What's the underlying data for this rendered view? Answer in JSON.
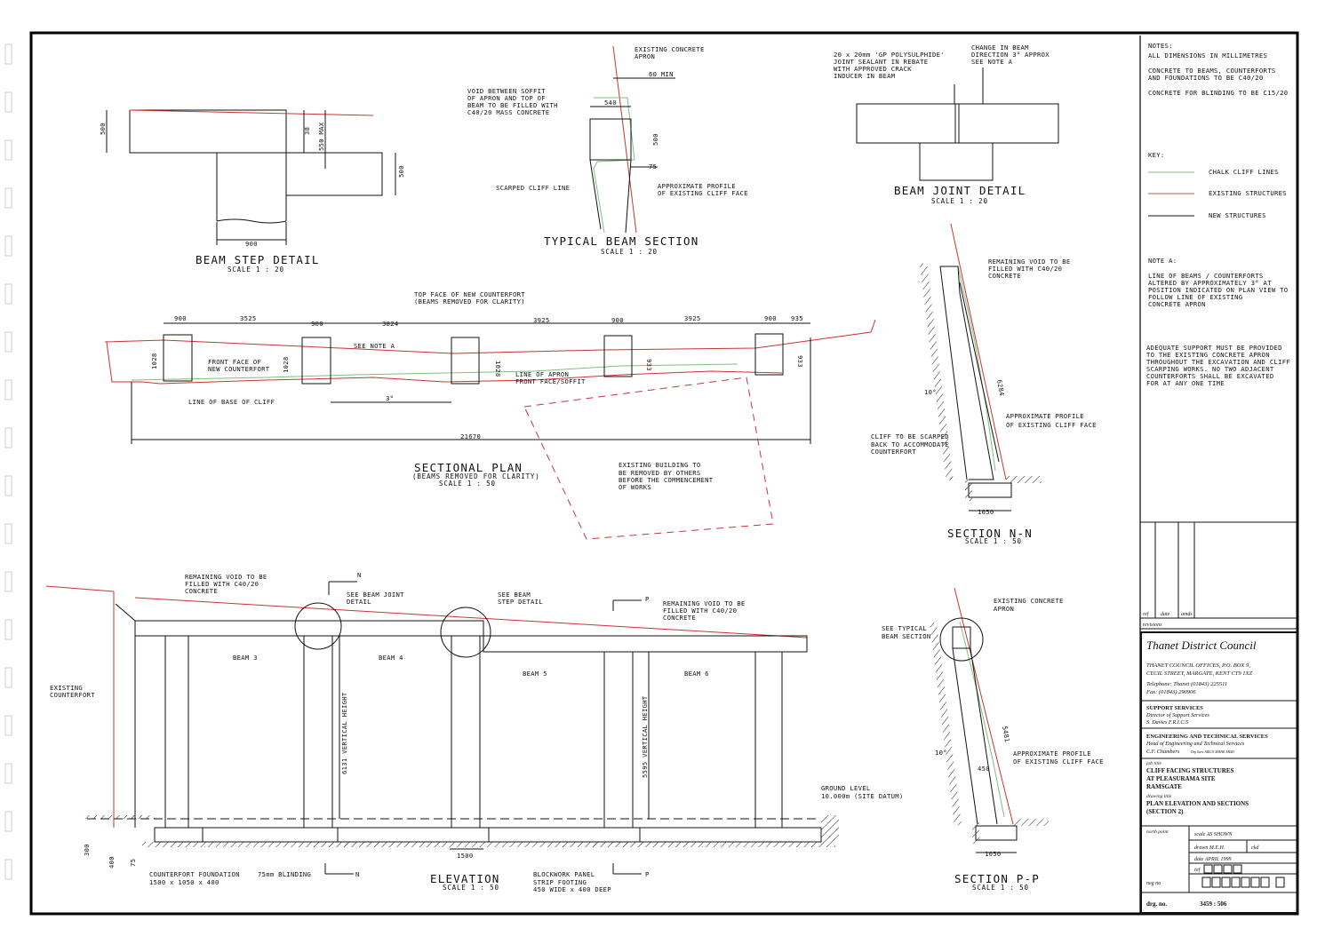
{
  "notes": {
    "header": "NOTES:",
    "lines": [
      "ALL DIMENSIONS IN MILLIMETRES",
      "CONCRETE TO BEAMS, COUNTERFORTS",
      "AND FOUNDATIONS TO BE C40/20",
      "CONCRETE FOR BLINDING TO BE C15/20"
    ],
    "key_header": "KEY:",
    "key": [
      {
        "label": "CHALK CLIFF LINES",
        "color": "#7fbf7f"
      },
      {
        "label": "EXISTING STRUCTURES",
        "color": "#d0504a"
      },
      {
        "label": "NEW STRUCTURES",
        "color": "#111111"
      }
    ],
    "note_a_header": "NOTE A:",
    "note_a": [
      "LINE OF BEAMS / COUNTERFORTS",
      "ALTERED BY APPROXIMATELY 3° AT",
      "POSITION INDICATED ON PLAN VIEW TO",
      "FOLLOW LINE OF EXISTING",
      "CONCRETE APRON"
    ],
    "support": [
      "ADEQUATE SUPPORT MUST BE PROVIDED",
      "TO THE EXISTING CONCRETE APRON",
      "THROUGHOUT THE EXCAVATION AND CLIFF",
      "SCARPING WORKS. NO TWO ADJACENT",
      "COUNTERFORTS SHALL BE EXCAVATED",
      "FOR AT ANY ONE TIME"
    ]
  },
  "revisions": {
    "ref": "ref",
    "date": "date",
    "amds": "amds",
    "label": "revisions"
  },
  "title_block": {
    "council": "Thanet District Council",
    "address1": "THANET COUNCIL OFFICES, P.O. BOX 9,",
    "address2": "CECIL STREET, MARGATE, KENT CT9 1XZ",
    "phone": "Telephone: Thanet (01843) 225511",
    "fax": "Fax: (01843) 290906",
    "support_head": "SUPPORT SERVICES",
    "support_l1": "Director of Support Services",
    "support_l2": "S. Davies F.R.I.C.S",
    "eng_head": "ENGINEERING AND TECHNICAL SERVICES",
    "eng_l1": "Head of Engineering and Technical Services",
    "eng_l2": "C.F. Chambers",
    "eng_l2b": "Dip Surv ARICS MIHIE MIMI",
    "job_label": "job title",
    "job1": "CLIFF FACING STRUCTURES",
    "job2": "AT PLEASURAMA SITE",
    "job3": "RAMSGATE",
    "drawing_label": "drawing title",
    "drawing1": "PLAN ELEVATION AND SECTIONS",
    "drawing2": "(SECTION 2)",
    "north": "north point",
    "scale": "scale AS SHOWN",
    "drawn": "drawn M.E.H.",
    "ckd": "ckd",
    "date": "date APRIL 1999",
    "ref": "ref",
    "neg": "neg no",
    "drg_label": "drg. no.",
    "drg_no": "3459 : 506"
  },
  "views": {
    "beam_step": {
      "title": "BEAM STEP DETAIL",
      "scale": "SCALE 1 : 20",
      "dims": [
        "500",
        "38",
        "550 MAX",
        "500",
        "900"
      ]
    },
    "typical_beam": {
      "title": "TYPICAL BEAM SECTION",
      "scale": "SCALE 1 : 20",
      "labels": [
        "EXISTING CONCRETE",
        "APRON",
        "60 MIN",
        "VOID BETWEEN SOFFIT",
        "OF APRON AND TOP OF",
        "BEAM TO BE FILLED WITH",
        "C40/20 MASS CONCRETE",
        "540",
        "500",
        "75",
        "SCARPED CLIFF LINE",
        "APPROXIMATE PROFILE",
        "OF EXISTING CLIFF FACE"
      ]
    },
    "beam_joint": {
      "title": "BEAM JOINT DETAIL",
      "scale": "SCALE 1 : 20",
      "labels": [
        "20 x 20mm 'GP POLYSULPHIDE'",
        "JOINT SEALANT IN REBATE",
        "WITH APPROVED CRACK",
        "INDUCER IN BEAM",
        "CHANGE IN BEAM",
        "DIRECTION 3° APPROX",
        "SEE NOTE A"
      ]
    },
    "sectional_plan": {
      "title": "SECTIONAL PLAN",
      "sub": "(BEAMS REMOVED FOR CLARITY)",
      "scale": "SCALE 1 : 50",
      "dims_top": [
        "900",
        "3525",
        "900",
        "3824",
        "3925",
        "900",
        "3925",
        "900",
        "935"
      ],
      "dims_side": [
        "1028",
        "1028",
        "1028",
        "933",
        "933"
      ],
      "overall": "21670",
      "angle": "3°",
      "labels": [
        "TOP FACE OF NEW COUNTERFORT",
        "(BEAMS REMOVED FOR CLARITY)",
        "SEE NOTE A",
        "FRONT FACE OF",
        "NEW COUNTERFORT",
        "LINE OF BASE OF CLIFF",
        "LINE OF APRON",
        "FRONT FACE/SOFFIT",
        "EXISTING BUILDING TO",
        "BE REMOVED BY OTHERS",
        "BEFORE THE COMMENCEMENT",
        "OF WORKS"
      ]
    },
    "elevation": {
      "title": "ELEVATION",
      "scale": "SCALE 1 : 50",
      "labels": [
        "REMAINING VOID TO BE",
        "FILLED WITH C40/20",
        "CONCRETE",
        "SEE BEAM JOINT",
        "DETAIL",
        "SEE BEAM",
        "STEP DETAIL",
        "REMAINING VOID TO BE",
        "FILLED WITH C40/20",
        "CONCRETE",
        "N",
        "P",
        "BEAM 3",
        "BEAM 4",
        "BEAM 5",
        "BEAM 6",
        "EXISTING",
        "COUNTERFORT",
        "6131 VERTICAL HEIGHT",
        "5595 VERTICAL HEIGHT",
        "GROUND LEVEL",
        "10.000m (SITE DATUM)",
        "300",
        "400",
        "75",
        "1500",
        "COUNTERFORT FOUNDATION",
        "1500 x 1050 x 400",
        "75mm BLINDING",
        "N",
        "BLOCKWORK PANEL",
        "STRIP FOOTING",
        "450 WIDE x 400 DEEP",
        "P"
      ]
    },
    "section_nn": {
      "title": "SECTION N-N",
      "scale": "SCALE 1 : 50",
      "labels": [
        "REMAINING VOID TO BE",
        "FILLED WITH C40/20",
        "CONCRETE",
        "6284",
        "10°",
        "APPROXIMATE PROFILE",
        "OF EXISTING CLIFF FACE",
        "CLIFF TO BE SCARPED",
        "BACK TO ACCOMMODATE",
        "COUNTERFORT",
        "1050"
      ]
    },
    "section_pp": {
      "title": "SECTION P-P",
      "scale": "SCALE 1 : 50",
      "labels": [
        "EXISTING CONCRETE",
        "APRON",
        "SEE TYPICAL",
        "BEAM SECTION",
        "5481",
        "10°",
        "450",
        "APPROXIMATE PROFILE",
        "OF EXISTING CLIFF FACE",
        "1050"
      ]
    }
  }
}
